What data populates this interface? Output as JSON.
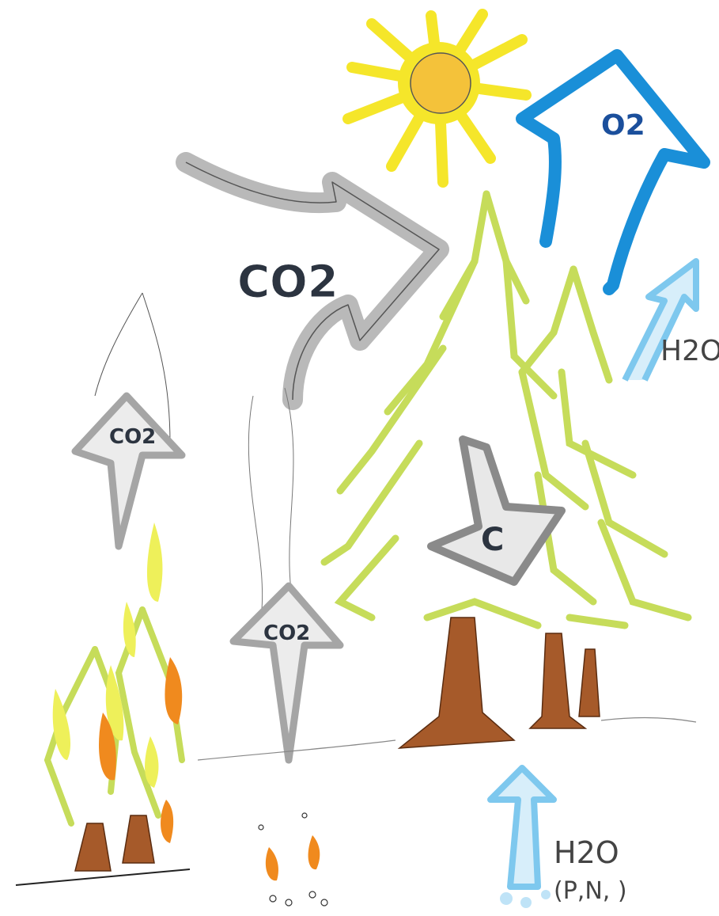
{
  "labels": {
    "co2_main": "CO2",
    "co2_fire": "CO2",
    "co2_ground": "CO2",
    "o2": "O2",
    "carbon": "C",
    "h2o_upper": "H2O",
    "h2o_lower": "H2O",
    "nutrients": "(P,N,   )"
  },
  "colors": {
    "sun": "#f5e62a",
    "sun_core": "#f4c23a",
    "o2_arrow": "#1a8fd8",
    "h2o_arrow": "#7ec8ee",
    "co2_arrow": "#b9b9b9",
    "needles": "#c6dc5a",
    "trunk": "#a65a2a",
    "flame_yellow": "#eef05a",
    "flame_orange": "#f08a1e",
    "text_dark": "#2c3440",
    "o2_text": "#1b4f9c"
  }
}
